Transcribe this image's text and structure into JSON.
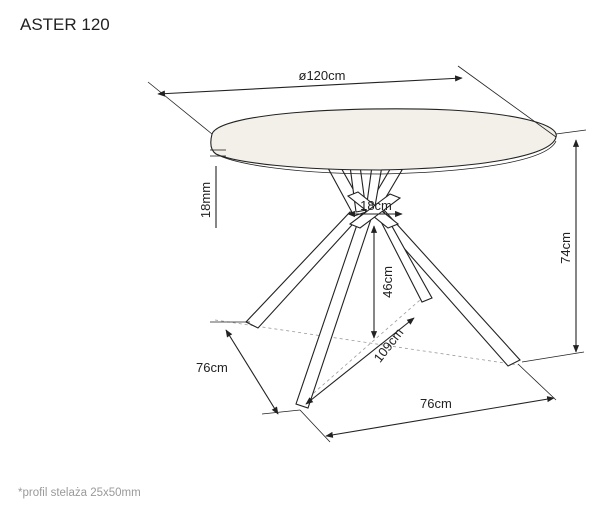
{
  "title": "ASTER 120",
  "dimensions": {
    "diameter": "ø120cm",
    "top_thickness": "18mm",
    "frame_center": "18cm",
    "frame_height": "46cm",
    "diagonal": "109cm",
    "table_height": "74cm",
    "depth_left": "76cm",
    "width_bottom": "76cm"
  },
  "footnote": "*profil stelaża 25x50mm",
  "colors": {
    "line": "#222222",
    "tabletop_fill": "#f3f0ea",
    "footnote": "#9a9a9a",
    "background": "#ffffff"
  }
}
